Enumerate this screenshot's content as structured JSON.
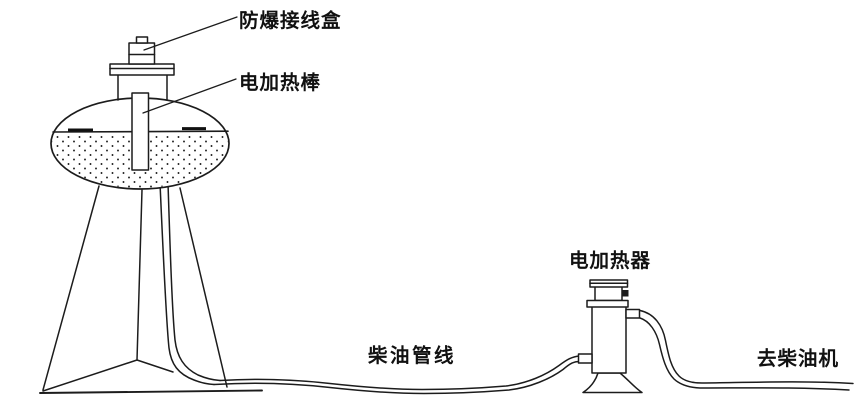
{
  "diagram": {
    "type": "technical-line-drawing",
    "subject": "diesel fuel tank heating system schematic",
    "labels": {
      "junction_box": "防爆接线盒",
      "heating_rod": "电加热棒",
      "heater": "电加热器",
      "pipeline": "柴油管线",
      "to_engine": "去柴油机"
    },
    "components": [
      "explosion-proof junction box on tank top",
      "electric heating rod inserted into elevated fuel tank",
      "tripod tank stand",
      "diesel pipeline along ground",
      "inline electric heater on conical base",
      "outlet pipe to diesel engine"
    ],
    "colors": {
      "ink": "#1c1c1c",
      "background": "#ffffff"
    }
  }
}
